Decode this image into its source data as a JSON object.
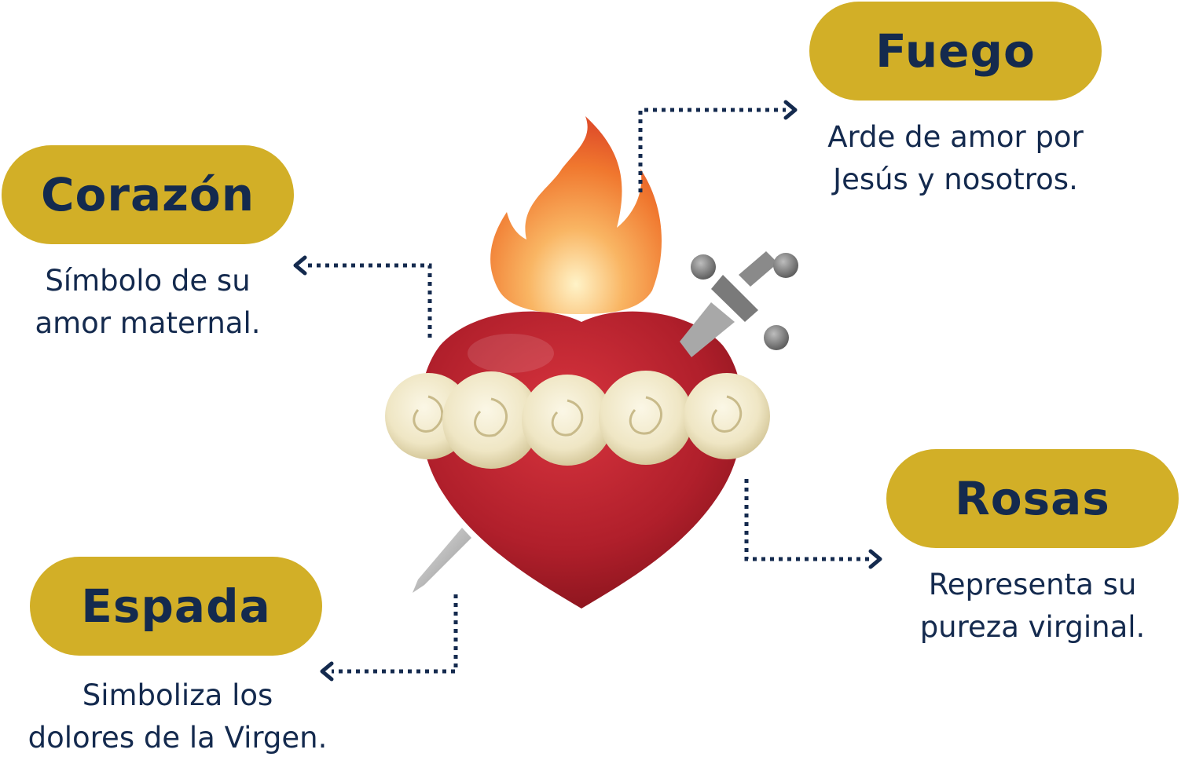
{
  "colors": {
    "pill": "#D2AF27",
    "text": "#142A4E",
    "connector": "#142A4E",
    "heart": "#B01F2B",
    "rose": "#F2EBCF",
    "flame": "#F0772E",
    "sword": "#8E8E8E"
  },
  "items": {
    "fuego": {
      "title": "Fuego",
      "line1": "Arde de amor por",
      "line2": "Jesús y nosotros."
    },
    "corazon": {
      "title": "Corazón",
      "line1": "Símbolo de su",
      "line2": "amor maternal."
    },
    "rosas": {
      "title": "Rosas",
      "line1": "Representa su",
      "line2": "pureza virginal."
    },
    "espada": {
      "title": "Espada",
      "line1": "Simboliza los",
      "line2": "dolores de la Virgen."
    }
  },
  "illustration": {
    "icons": [
      "flame-icon",
      "heart-icon",
      "sword-icon",
      "rose-icon"
    ]
  }
}
